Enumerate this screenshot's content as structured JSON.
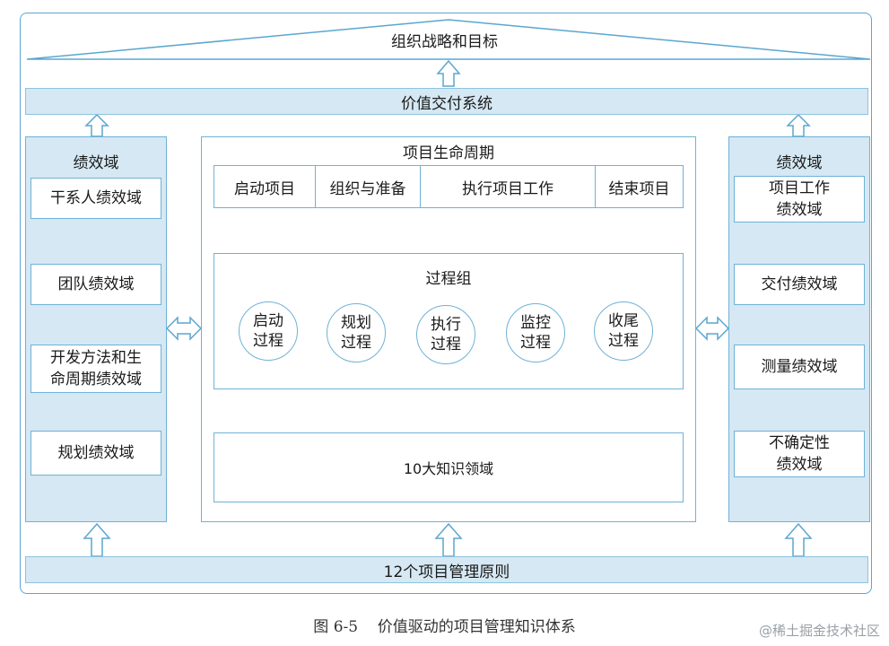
{
  "top": {
    "goal": "组织战略和目标",
    "value_system": "价值交付系统",
    "principles": "12个项目管理原则"
  },
  "left_column": {
    "title": "绩效域",
    "items": [
      "干系人绩效域",
      "团队绩效域",
      "开发方法和生\n命周期绩效域",
      "规划绩效域"
    ]
  },
  "right_column": {
    "title": "绩效域",
    "items": [
      "项目工作\n绩效域",
      "交付绩效域",
      "测量绩效域",
      "不确定性\n绩效域"
    ]
  },
  "lifecycle": {
    "title": "项目生命周期",
    "phases": [
      "启动项目",
      "组织与准备",
      "执行项目工作",
      "结束项目"
    ]
  },
  "process_groups": {
    "title": "过程组",
    "items": [
      "启动\n过程",
      "规划\n过程",
      "执行\n过程",
      "监控\n过程",
      "收尾\n过程"
    ]
  },
  "knowledge_areas": "10大知识领域",
  "caption": "图 6-5    价值驱动的项目管理知识体系",
  "watermark": "@稀土掘金技术社区",
  "colors": {
    "line": "#5aa6cf",
    "fill": "#d5e8f3"
  }
}
